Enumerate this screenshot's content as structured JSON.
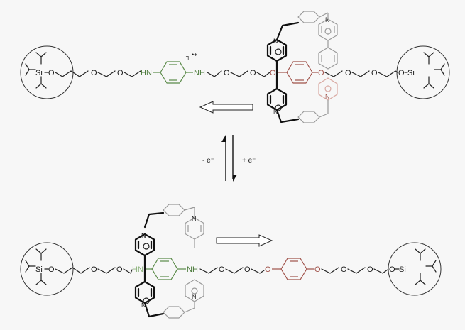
{
  "labels": {
    "si": "Si",
    "o": "O",
    "hn": "HN",
    "nh": "NH",
    "n": "N",
    "radical_cation": "•+",
    "oxidation": "- e⁻",
    "reduction": "+ e⁻"
  },
  "colors": {
    "stopper": "#222222",
    "amine_unit": "#5a8a48",
    "dioxyarene_unit": "#a0524a",
    "ring_front": "#111111",
    "ring_back": "#9a9a9a"
  }
}
